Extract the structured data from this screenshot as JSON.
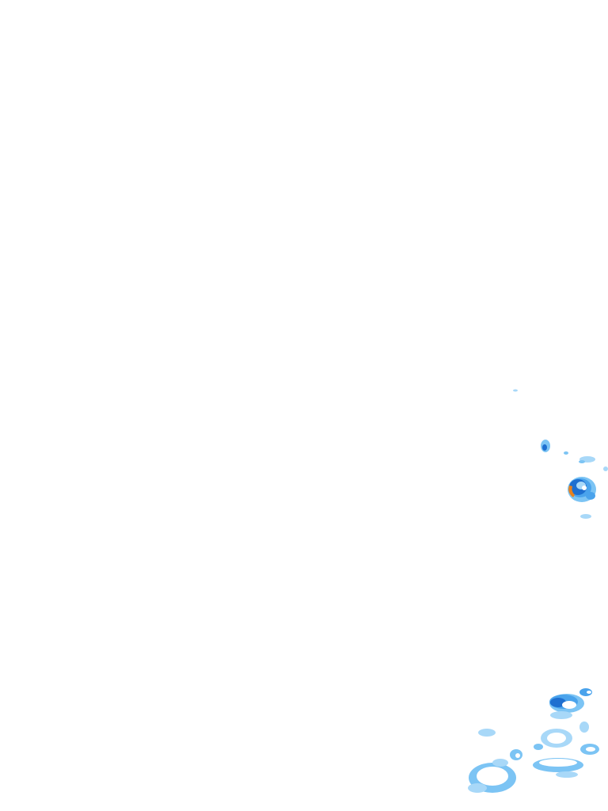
{
  "map": {
    "background": "#ffffff",
    "precip_palette": {
      "light": "#a8d8f8",
      "light_mid": "#7cc4f4",
      "moderate": "#4aa3ec",
      "heavy": "#1e6fd0",
      "intense": "#e8821e"
    },
    "precip_cells": [
      {
        "name": "speck-north",
        "intensity": "light"
      },
      {
        "name": "cell-east-upper",
        "intensity": "moderate"
      },
      {
        "name": "cell-east-core",
        "intensity": "intense"
      },
      {
        "name": "cell-east-lower",
        "intensity": "light"
      },
      {
        "name": "cluster-southeast-top",
        "intensity": "heavy"
      },
      {
        "name": "cluster-southeast-middle",
        "intensity": "light_mid"
      },
      {
        "name": "cluster-south-left",
        "intensity": "light_mid"
      },
      {
        "name": "cluster-south-bottom",
        "intensity": "light"
      }
    ]
  }
}
